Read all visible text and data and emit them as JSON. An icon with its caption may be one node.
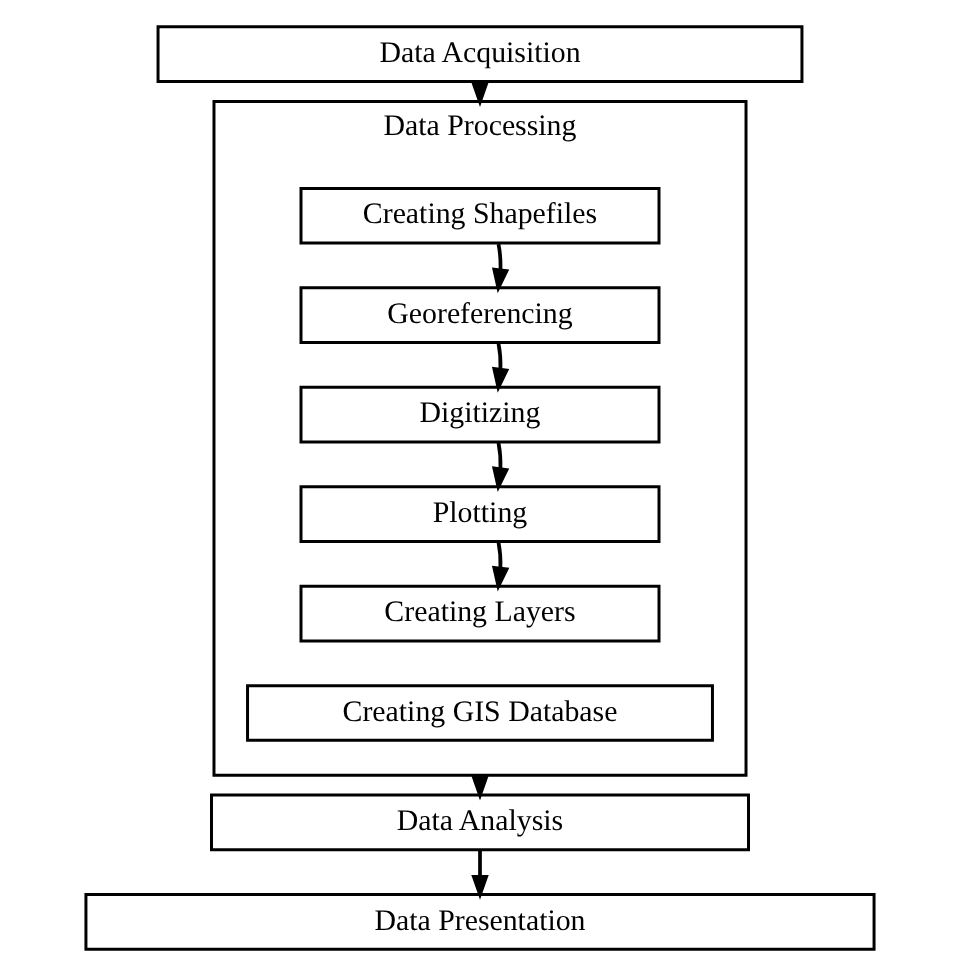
{
  "diagram": {
    "nodes": [
      {
        "text": [
          "Data Acquisition"
        ]
      },
      {
        "text": [
          "Data Processing"
        ]
      },
      {
        "text": [
          "Creating Shapefiles"
        ],
        "in": 1
      },
      {
        "text": [
          "Georeferencing"
        ],
        "in": 1
      },
      {
        "text": [
          "Digitizing"
        ],
        "in": 1
      },
      {
        "text": [
          "Plotting"
        ],
        "in": 1
      },
      {
        "text": [
          "Creating Layers"
        ],
        "in": 1
      },
      {
        "text": [
          "Creating GIS Database"
        ],
        "in": 1
      },
      {
        "text": [
          "Data Analysis"
        ]
      },
      {
        "text": [
          "Data Presentation"
        ]
      }
    ],
    "edges": [
      {
        "from": 0,
        "to": 1,
        "arrow": "to"
      },
      {
        "from": 2,
        "to": 3,
        "arrow": "to"
      },
      {
        "from": 3,
        "to": 4,
        "arrow": "to"
      },
      {
        "from": 4,
        "to": 5,
        "arrow": "to"
      },
      {
        "from": 5,
        "to": 6,
        "arrow": "to"
      },
      {
        "from": 1,
        "to": 8,
        "arrow": "to"
      },
      {
        "from": 8,
        "to": 9,
        "arrow": "to"
      }
    ]
  }
}
